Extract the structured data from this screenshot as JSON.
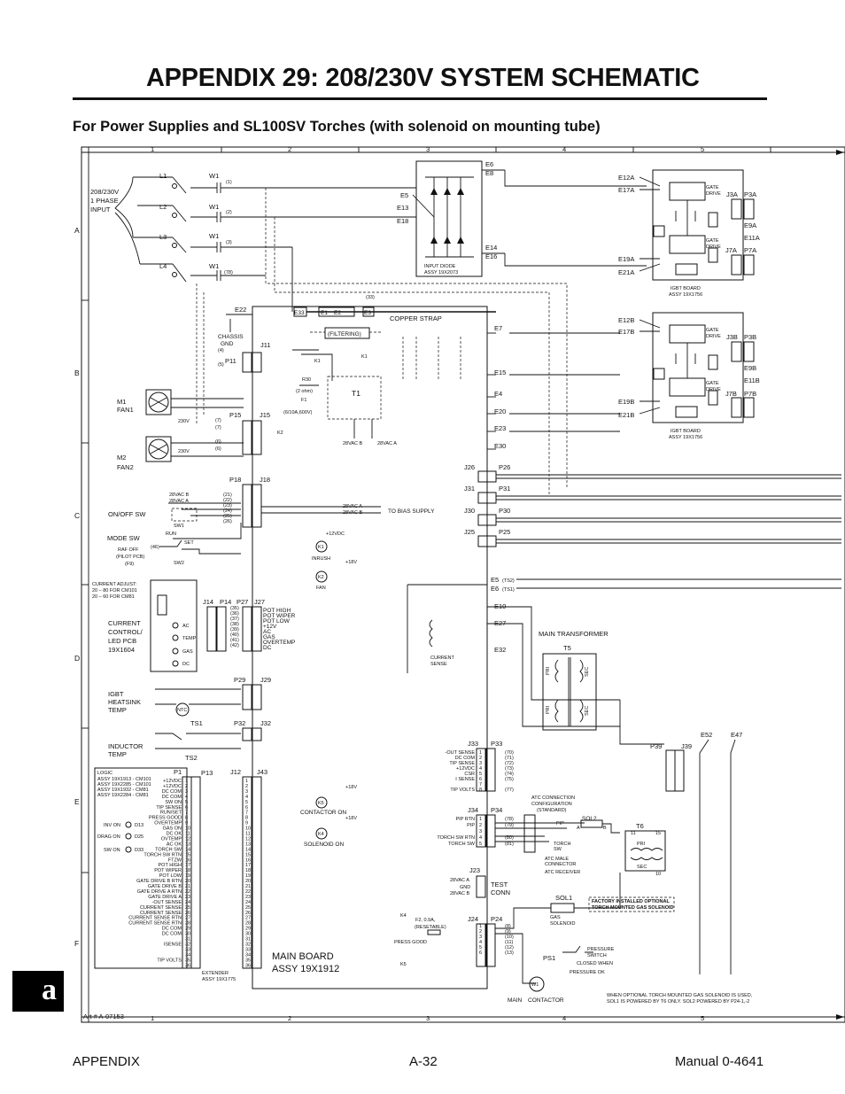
{
  "header": {
    "title": "APPENDIX 29:  208/230V SYSTEM SCHEMATIC",
    "subtitle": "For Power Supplies and SL100SV  Torches (with solenoid on mounting tube)"
  },
  "grid": {
    "columns": [
      "1",
      "2",
      "3",
      "4",
      "5"
    ],
    "rows": [
      "A",
      "B",
      "C",
      "D",
      "E",
      "F"
    ]
  },
  "art_number": "Art # A-07153",
  "input": {
    "label": [
      "208/230V",
      "1 PHASE",
      "INPUT"
    ],
    "lines": [
      "L1",
      "L2",
      "L3",
      "L4"
    ],
    "contactor_poles": [
      "W1",
      "W1",
      "W1",
      "W1"
    ],
    "wire_numbers": [
      "(1)",
      "(2)",
      "(3)",
      "(78)"
    ]
  },
  "fans": {
    "m1": [
      "M1",
      "FAN1"
    ],
    "m2": [
      "M2",
      "FAN2"
    ],
    "volts": [
      "230V",
      "230V"
    ],
    "connector_p15": "P15",
    "connector_j15": "J15",
    "wires": [
      "(7)",
      "(7)",
      "(6)",
      "(6)"
    ]
  },
  "chassis": {
    "label": [
      "CHASSIS",
      "GND"
    ],
    "e22": "E22",
    "p11": "P11",
    "j11": "J11",
    "wires": [
      "(4)",
      "(5)"
    ]
  },
  "switches": {
    "on_off": "ON/OFF SW",
    "mode": "MODE SW",
    "sw1": "SW1",
    "sw2": "SW2",
    "run": "RUN",
    "set": "SET",
    "raf": [
      "RAF OFF",
      "(PILOT PCB)",
      "(F9)"
    ],
    "wire_46": "(46)",
    "ac_b": "28VAC B",
    "ac_a": "28VAC A",
    "p18": "P18",
    "j18": "J18",
    "p18_wires": [
      "(21)",
      "(22)",
      "(23)",
      "(24)",
      "(25)",
      "(26)"
    ]
  },
  "current_control": {
    "adjust": [
      "CURRENT ADJUST:",
      "20  –  80 FOR CM101",
      "20  –  60 FOR CM81"
    ],
    "name": [
      "CURRENT",
      "CONTROL/",
      "LED PCB",
      "19X1604"
    ],
    "leds": [
      "AC",
      "TEMP",
      "GAS",
      "DC"
    ],
    "j14": "J14",
    "p14": "P14",
    "p27": "P27",
    "j27": "J27",
    "wires": [
      "(35)",
      "(36)",
      "(37)",
      "(38)",
      "(39)",
      "(40)",
      "(41)",
      "(42)"
    ],
    "signals": [
      "POT HIGH",
      "POT WIPER",
      "POT LOW",
      "+12V",
      "AC",
      "GAS",
      "OVERTEMP",
      "DC"
    ]
  },
  "igbt_temp": {
    "name": [
      "IGBT",
      "HEATSINK",
      "TEMP"
    ],
    "ntc": "NTC",
    "ts1": "TS1",
    "p29": "P29",
    "j29": "J29"
  },
  "inductor_temp": {
    "name": [
      "INDUCTOR",
      "TEMP"
    ],
    "ts2": "TS2",
    "p32": "P32",
    "j32": "J32"
  },
  "logic": {
    "title": "LOGIC",
    "assemblies": [
      "ASSY 19X1913 - CM101",
      "ASSY 19X2285 - CM101",
      "ASSY 19X1932 - CM81",
      "ASSY 19X2284 - CM81"
    ],
    "p1": "P1",
    "p13": "P13",
    "j12": "J12",
    "j43": "J43",
    "leds": [
      "INV ON",
      "DRAG ON",
      "SW ON"
    ],
    "led_ids": [
      "D13",
      "D25",
      "D33"
    ],
    "signals": [
      "+12VDC",
      "+12VDC",
      "DC COM",
      "DC COM",
      "SW ON",
      "TIP SENSE",
      "RUN/SET",
      "PRESS GOOD",
      "OVERTEMP",
      "GAS ON",
      "DC OK",
      "OVTEMP",
      "AC OK",
      "TORCH SW",
      "TORCH SW RTN",
      "FTZW",
      "POT HIGH",
      "POT WIPER",
      "POT LOW",
      "GATE DRIVE B RTN",
      "GATE DRIVE B",
      "GATE DRIVE A RTN",
      "GATE DRIVE A",
      "-OUT SENSE",
      "CURRENT SENSE",
      "CURRENT SENSE",
      "CURRENT SENSE RTN",
      "CURRENT SENSE RTN",
      "DC COM",
      "DC COM",
      "",
      "ISENSE",
      "",
      "",
      "TIP VOLTS",
      ""
    ],
    "extender": [
      "EXTENDER",
      "ASSY 19X1775"
    ]
  },
  "main_board": {
    "name": [
      "MAIN BOARD",
      "ASSY 19X1912"
    ],
    "terminals_top": [
      "E33",
      "E1",
      "E2",
      "E3"
    ],
    "copper": "COPPER STRAP",
    "filtering": "(FILTERING)",
    "wire_33": "(33)",
    "k1": "K1",
    "k2": "K2",
    "k4": "K4",
    "k5": "K5",
    "r30": [
      "R30",
      "(2 ohm)"
    ],
    "f1": [
      "F1",
      "(6/10A,600V)"
    ],
    "t1": "T1",
    "ac_bottom": [
      "28VAC B",
      "28VAC A"
    ],
    "bias": "TO BIAS SUPPLY",
    "k1_coil": "K1",
    "k1_name": "INRUSH",
    "k2_coil": "K2",
    "k2_name": "FAN",
    "k5_coil": "K5",
    "k5_name": "CONTACTOR ON",
    "k4_coil": "K4",
    "k4_name": "SOLENOID ON",
    "vdc": [
      "+12VDC",
      "+18V",
      "+18V",
      "+18V"
    ],
    "press": "PRESS GOOD",
    "fuse2": [
      "F2, 0.9A,",
      "(RESETABLE)"
    ],
    "right_terminals": [
      "E7",
      "E15",
      "E4",
      "E20",
      "E23",
      "E30"
    ],
    "ac_mid": [
      "28VAC A",
      "28VAC B"
    ]
  },
  "diode": {
    "terminals_left": [
      "E5",
      "E13",
      "E18"
    ],
    "terminals_top": [
      "E6",
      "E8"
    ],
    "terminals_bottom": [
      "E14",
      "E16"
    ],
    "name": [
      "INPUT DIODE",
      "ASSY 19X2073"
    ]
  },
  "igbt_a": {
    "terminals": [
      "E12A",
      "E17A",
      "E19A",
      "E21A"
    ],
    "gate_drive": [
      "GATE",
      "DRIVE"
    ],
    "j3a": "J3A",
    "p3a": "P3A",
    "j7a": "J7A",
    "p7a": "P7A",
    "e9a": "E9A",
    "e11a": "E11A",
    "name": [
      "IGBT BOARD",
      "ASSY 19X1756"
    ]
  },
  "igbt_b": {
    "terminals": [
      "E12B",
      "E17B",
      "E19B",
      "E21B"
    ],
    "gate_drive": [
      "GATE",
      "DRIVE"
    ],
    "j3b": "J3B",
    "p3b": "P3B",
    "j7b": "J7B",
    "p7b": "P7B",
    "e9b": "E9B",
    "e11b": "E11B",
    "name": [
      "IGBT BOARD",
      "ASSY 19X1756"
    ]
  },
  "connectors_right": {
    "labels_j": [
      "J26",
      "J31",
      "J30",
      "J25"
    ],
    "labels_p": [
      "P26",
      "P31",
      "P30",
      "P25"
    ],
    "e5": "E5",
    "e6": "E6",
    "ts2": "(TS2)",
    "ts1": "(TS1)",
    "e10": "E10",
    "e27": "E27",
    "e32": "E32",
    "current_sense": [
      "CURRENT",
      "SENSE"
    ]
  },
  "transformer": {
    "name": "MAIN TRANSFORMER",
    "t5": "T5",
    "pri": "PRI",
    "sec": "SEC",
    "e52": "E52",
    "e47": "E47",
    "p39": "P39",
    "j39": "J39"
  },
  "torch_io": {
    "j33": "J33",
    "p33": "P33",
    "j33_signals": [
      "-OUT SENSE",
      "DC COM",
      "TIP SENSE",
      "+12VDC",
      "CSR",
      "I SENSE",
      "",
      "TIP VOLTS"
    ],
    "j33_wires": [
      "(70)",
      "(71)",
      "(72)",
      "(73)",
      "(74)",
      "(75)",
      "",
      "(77)"
    ],
    "j34": "J34",
    "p34": "P34",
    "j34_signals": [
      "PIP RTN",
      "PIP",
      "",
      "TORCH SW RTN",
      "TORCH SW"
    ],
    "j34_wires": [
      "(78)",
      "(79)",
      "",
      "(80)",
      "(81)"
    ],
    "atc": [
      "ATC CONNECTION",
      "CONFIGURATION",
      "(STANDARD)"
    ],
    "pip": "PIP",
    "torch_sw": [
      "TORCH",
      "SW"
    ],
    "atc_male": [
      "ATC MALE",
      "CONNECTOR"
    ],
    "atc_receiver": "ATC RECEIVER",
    "sol2": "SOL2",
    "a": "A",
    "b": "B",
    "t6": "T6",
    "t6_pri": "PRI",
    "t6_sec": "SEC",
    "t6_pins": [
      "11",
      "15",
      "10"
    ],
    "factory": [
      "FACTORY INSTALLED OPTIONAL",
      "TORCH MOUNTED GAS SOLENOID"
    ],
    "j23": "J23",
    "j23_signals": [
      "28VAC A",
      "GND",
      "28VAC B"
    ],
    "test": [
      "TEST",
      "CONN"
    ],
    "sol1": "SOL1",
    "gas_solenoid": [
      "GAS",
      "SOLENOID"
    ],
    "j24": "J24",
    "p24": "P24",
    "j24_wires": [
      "(8)",
      "(9)",
      "(10)",
      "(11)",
      "(12)",
      "(13)"
    ],
    "ps1": "PS1",
    "pressure": [
      "PRESSURE",
      "SWITCH",
      "CLOSED WHEN",
      "PRESSURE OK"
    ],
    "w1": "W1",
    "main_contactor": [
      "MAIN",
      "CONTACTOR"
    ],
    "note": [
      "WHEN OPTIONAL TORCH MOUNTED GAS SOLENOID IS USED,",
      "SOL1 IS POWERED BY T6 ONLY. SOL2 POWERED BY P24-1,-2"
    ]
  },
  "footer": {
    "left": "APPENDIX",
    "center": "A-32",
    "right": "Manual 0-4641"
  },
  "tab": "a"
}
